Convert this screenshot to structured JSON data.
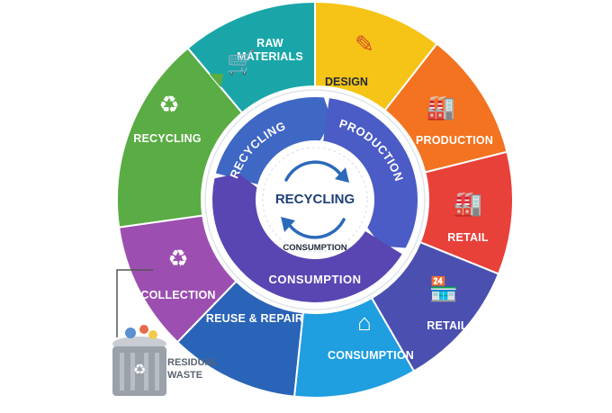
{
  "outer_ring": [
    {
      "key": "raw",
      "label_lines": [
        "RAW",
        "MATERIALS"
      ],
      "color": "#1aa6a8",
      "icon": "worker-wheelbarrow-icon"
    },
    {
      "key": "design",
      "label_lines": [
        "DESIGN"
      ],
      "color": "#f6c417",
      "icon": "design-tools-icon"
    },
    {
      "key": "production",
      "label_lines": [
        "PRODUCTION"
      ],
      "color": "#f37321",
      "icon": "factory-icon"
    },
    {
      "key": "retail",
      "label_lines": [
        "RETAIL"
      ],
      "color": "#e8413a",
      "icon": "factory-icon"
    },
    {
      "key": "retail2",
      "label_lines": [
        "RETAIL"
      ],
      "color": "#4a4fb0",
      "icon": "store-icon"
    },
    {
      "key": "consumption",
      "label_lines": [
        "CONSUMPTION"
      ],
      "color": "#1f9ee0",
      "icon": "house-icon"
    },
    {
      "key": "reuse",
      "label_lines": [
        "REUSE & REPAIR"
      ],
      "color": "#2a64b8",
      "icon": "repair-icon"
    },
    {
      "key": "collection",
      "label_lines": [
        "COLLECTION"
      ],
      "color": "#9c4fb0",
      "icon": "recycle-bin-icon"
    },
    {
      "key": "recycling",
      "label_lines": [
        "RECYCLING"
      ],
      "color": "#5aac44",
      "icon": "recycle-icon"
    }
  ],
  "inner_ring": {
    "recycling": "RECYCLING",
    "production": "PRODUCTION",
    "consumption": "CONSUMPTION"
  },
  "center": {
    "title": "RECYCLING",
    "subtitle": "CONSUMPTION"
  },
  "residual": {
    "label_lines": [
      "RESIDUAL",
      "WASTE"
    ]
  },
  "colors": {
    "inner_recycling": "#3f67c4",
    "inner_production": "#4b5cc6",
    "inner_consumption": "#5a46b2",
    "inner_ring_bg": "#ffffff",
    "center_border": "#2b6ab8"
  }
}
